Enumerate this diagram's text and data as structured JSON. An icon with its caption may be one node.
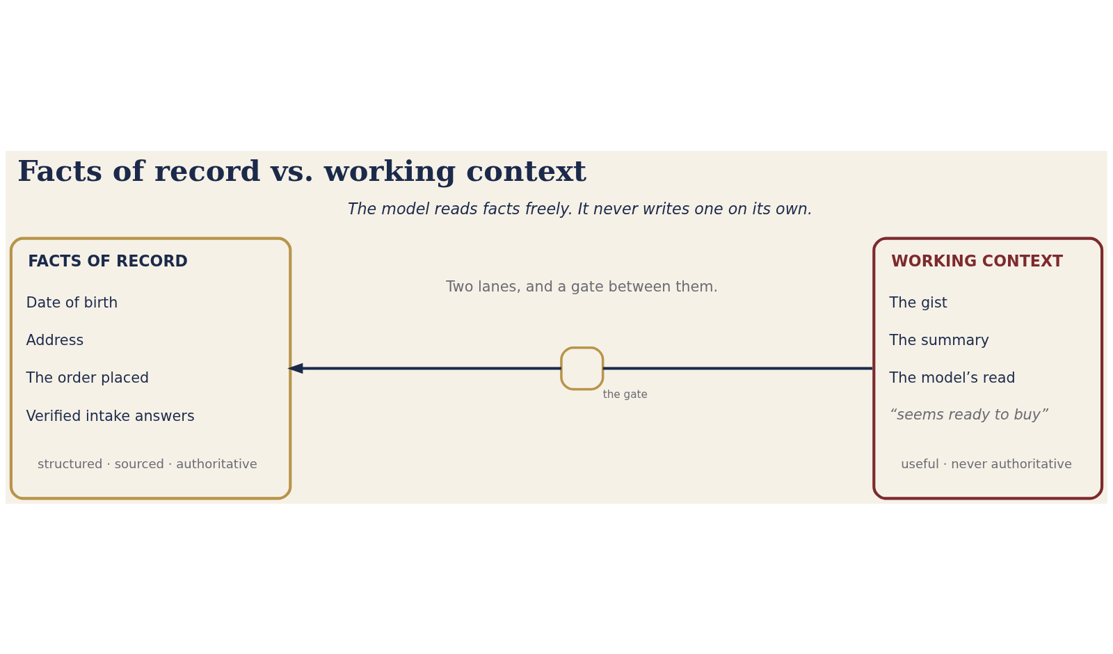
{
  "diagram": {
    "title": "Facts of record vs. working context",
    "caption": "The model reads facts freely. It never writes one on its own.",
    "nodes": [
      {
        "text": [
          "FACTS OF RECORD",
          "Date of birth",
          "Address",
          "The order placed",
          "Verified intake answers",
          "structured · sourced · authoritative"
        ]
      },
      {
        "text": [],
        "shape": "box",
        "beside": [
          "the gate"
        ]
      },
      {
        "text": [
          "WORKING CONTEXT",
          "The gist",
          "The summary",
          "The model’s read",
          "“seems ready to buy”",
          "useful · never authoritative"
        ]
      }
    ],
    "edges": [
      {
        "from": 2,
        "to": 1,
        "arrow": "none"
      },
      {
        "from": 1,
        "to": 0,
        "arrow": "to"
      }
    ],
    "labels": [
      "Two lanes, and a gate between them."
    ]
  }
}
